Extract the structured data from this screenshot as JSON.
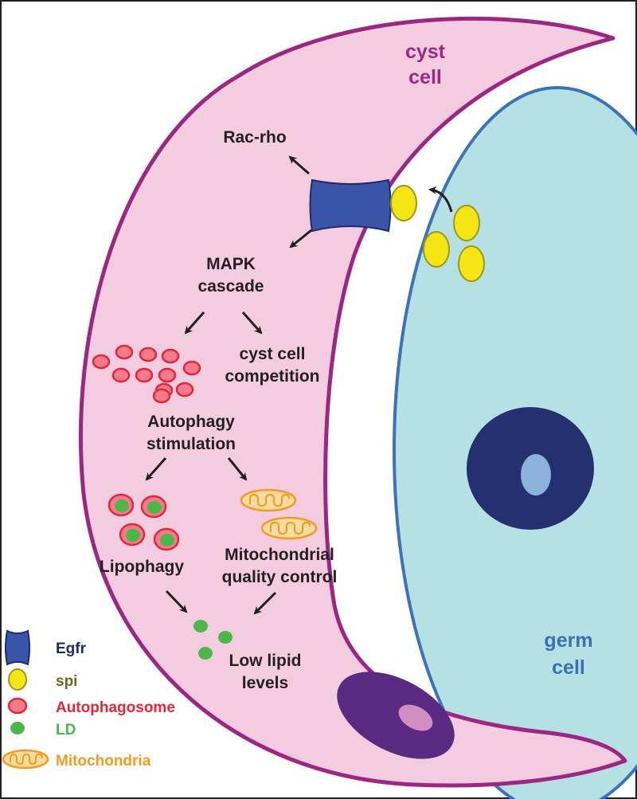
{
  "colors": {
    "cyst_fill": "#f4cce0",
    "cyst_outline": "#9c2782",
    "germ_fill": "#b5e1e5",
    "germ_outline": "#3b72b9",
    "germ_nucleus": "#253070",
    "germ_nucleolus": "#8ab2dc",
    "cyst_nucleus": "#5a2a83",
    "cyst_nucleolus": "#d08fc0",
    "egfr": "#3a55a8",
    "spi": "#f6e514",
    "autophagosome_fill": "#f47b8b",
    "autophagosome_outline": "#e3263c",
    "ld": "#4bb749",
    "mitochondria_fill": "#fbdca0",
    "mitochondria_outline": "#f39b1e",
    "text": "#231f20",
    "legend_egfr_text": "#1f2a6b",
    "legend_spi_text": "#6b6a1c",
    "legend_autophagosome_text": "#e3263c",
    "legend_ld_text": "#4bb749",
    "legend_mito_text": "#f39b1e"
  },
  "labels": {
    "cyst_cell": [
      "cyst",
      "cell"
    ],
    "germ_cell": [
      "germ",
      "cell"
    ],
    "rac_rho": "Rac-rho",
    "mapk": [
      "MAPK",
      "cascade"
    ],
    "competition": [
      "cyst cell",
      "competition"
    ],
    "autophagy": [
      "Autophagy",
      "stimulation"
    ],
    "lipophagy": "Lipophagy",
    "mito_qc": [
      "Mitochondrial",
      "quality control"
    ],
    "low_lipid": [
      "Low lipid",
      "levels"
    ]
  },
  "legend": [
    {
      "icon": "egfr-icon",
      "label": "Egfr"
    },
    {
      "icon": "spi-icon",
      "label": "spi"
    },
    {
      "icon": "autophagosome-icon",
      "label": "Autophagosome"
    },
    {
      "icon": "ld-icon",
      "label": "LD"
    },
    {
      "icon": "mitochondria-icon",
      "label": "Mitochondria"
    }
  ]
}
